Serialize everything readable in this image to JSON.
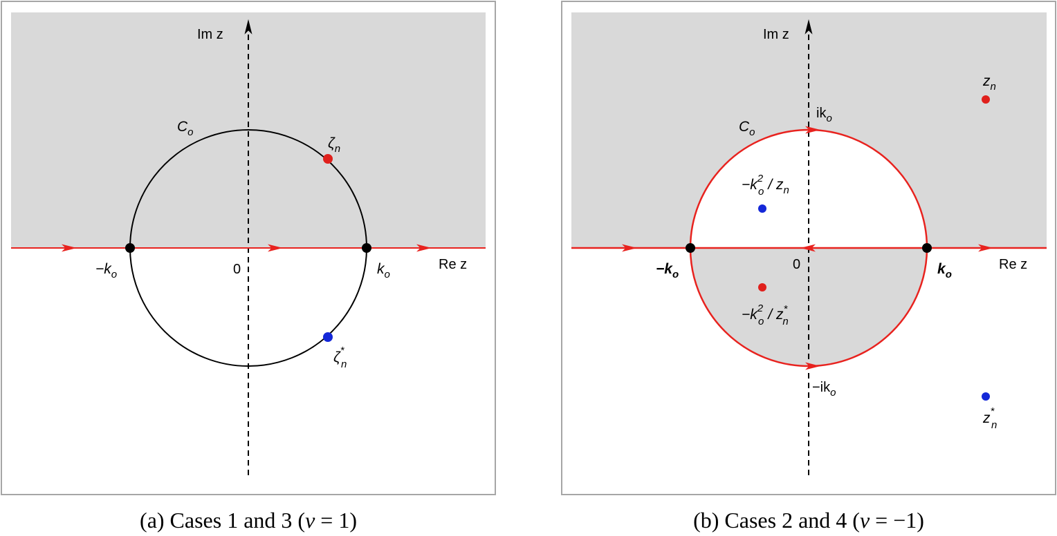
{
  "panels": [
    {
      "id": "a",
      "caption_prefix": "(a) Cases 1 and 3 (",
      "caption_nu": "ν",
      "caption_suffix": " = 1)",
      "axis_labels": {
        "im": "Im z",
        "re": "Re z"
      },
      "labels": {
        "contour": "C",
        "contour_sub": "o",
        "neg_k": "−k",
        "neg_k_sub": "o",
        "pos_k": "k",
        "pos_k_sub": "o",
        "origin": "0",
        "zeta": "ζ",
        "zeta_sub": "n",
        "zeta_star": "ζ",
        "zeta_star_sub": "n",
        "zeta_star_sup": "*"
      }
    },
    {
      "id": "b",
      "caption_prefix": "(b) Cases 2 and 4 (",
      "caption_nu": "ν",
      "caption_suffix": " = −1)",
      "axis_labels": {
        "im": "Im z",
        "re": "Re z"
      },
      "labels": {
        "contour": "C",
        "contour_sub": "o",
        "neg_k": "−k",
        "neg_k_sub": "o",
        "pos_k": "k",
        "pos_k_sub": "o",
        "origin": "0",
        "i_k": "ik",
        "i_k_sub": "o",
        "neg_i_k": "−ik",
        "neg_i_k_sub": "o",
        "z_n": "z",
        "z_n_sub": "n",
        "z_n_star": "z",
        "z_n_star_sub": "n",
        "z_n_star_sup": "*",
        "inner_upper": "−k",
        "inner_upper_sub": "o",
        "inner_upper_sup": "2",
        "inner_upper_tail": "/ z",
        "inner_upper_tail_sub": "n",
        "inner_lower": "−k",
        "inner_lower_sub": "o",
        "inner_lower_sup": "2",
        "inner_lower_tail": "/ z",
        "inner_lower_tail_sub": "n",
        "inner_lower_tail_sup": "*"
      }
    }
  ],
  "colors": {
    "shade": "#d9d9d9",
    "contour_red": "#e8221e",
    "point_red": "#e0201c",
    "point_blue": "#1428d8",
    "frame": "#a6a6a6"
  }
}
